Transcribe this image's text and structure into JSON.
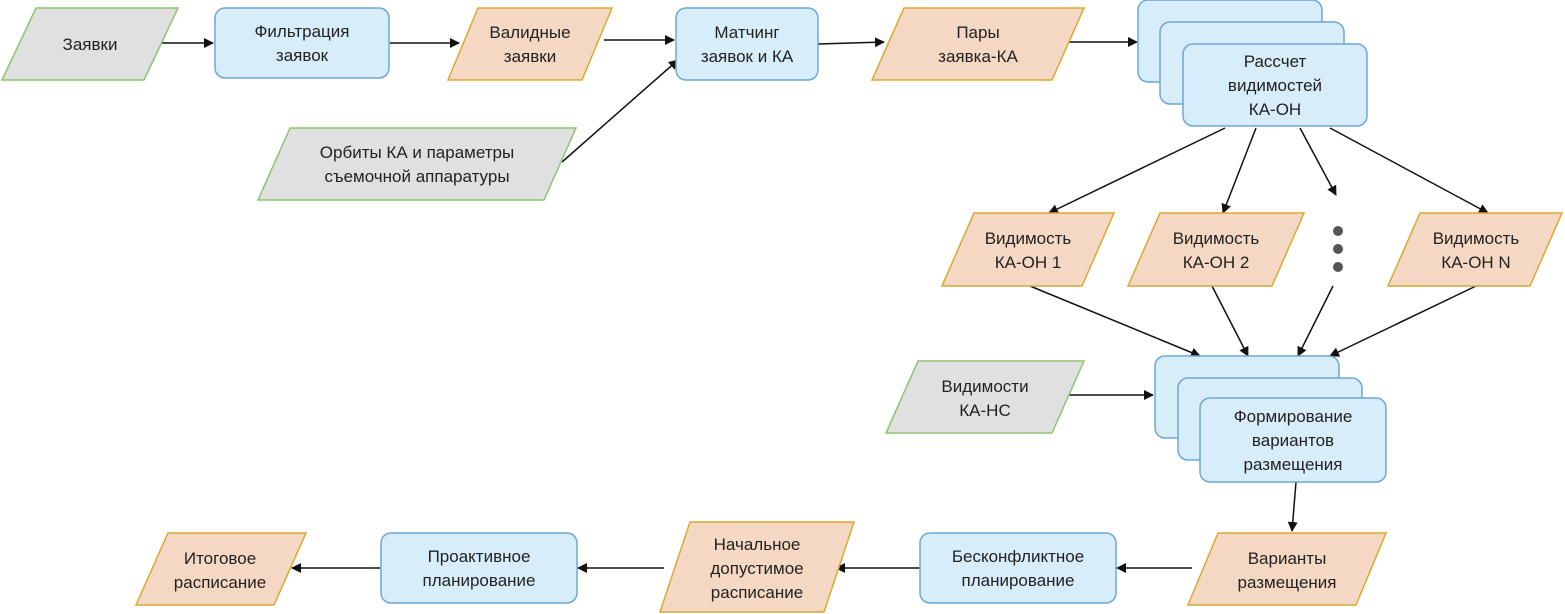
{
  "colors": {
    "gray_fill": "#e0e0e0",
    "gray_stroke": "#8fc46c",
    "orange_fill": "#f5d8c3",
    "orange_stroke": "#d9a832",
    "blue_fill": "#d7eefa",
    "blue_stroke": "#6fa6d6",
    "edge": "#111111",
    "dot": "#555555"
  },
  "nodes": {
    "zayavki": [
      "Заявки"
    ],
    "filtration": [
      "Фильтрация",
      "заявок"
    ],
    "valid": [
      "Валидные",
      "заявки"
    ],
    "matching": [
      "Матчинг",
      "заявок и КА"
    ],
    "pairs": [
      "Пары",
      "заявка-КА"
    ],
    "visibility_calc": [
      "Рассчет",
      "видимостей",
      "КА-ОН"
    ],
    "orbits": [
      "Орбиты КА и параметры",
      "съемочной аппаратуры"
    ],
    "vis1": [
      "Видимость",
      "КА-ОН 1"
    ],
    "vis2": [
      "Видимость",
      "КА-ОН 2"
    ],
    "visN": [
      "Видимость",
      "КА-ОН N"
    ],
    "vis_ns": [
      "Видимости",
      "КА-НС"
    ],
    "forming": [
      "Формирование",
      "вариантов",
      "размещения"
    ],
    "variants": [
      "Варианты",
      "размещения"
    ],
    "conflict_free": [
      "Бесконфликтное",
      "планирование"
    ],
    "initial": [
      "Начальное",
      "допустимое",
      "расписание"
    ],
    "proactive": [
      "Проактивное",
      "планирование"
    ],
    "final": [
      "Итоговое",
      "расписание"
    ]
  }
}
